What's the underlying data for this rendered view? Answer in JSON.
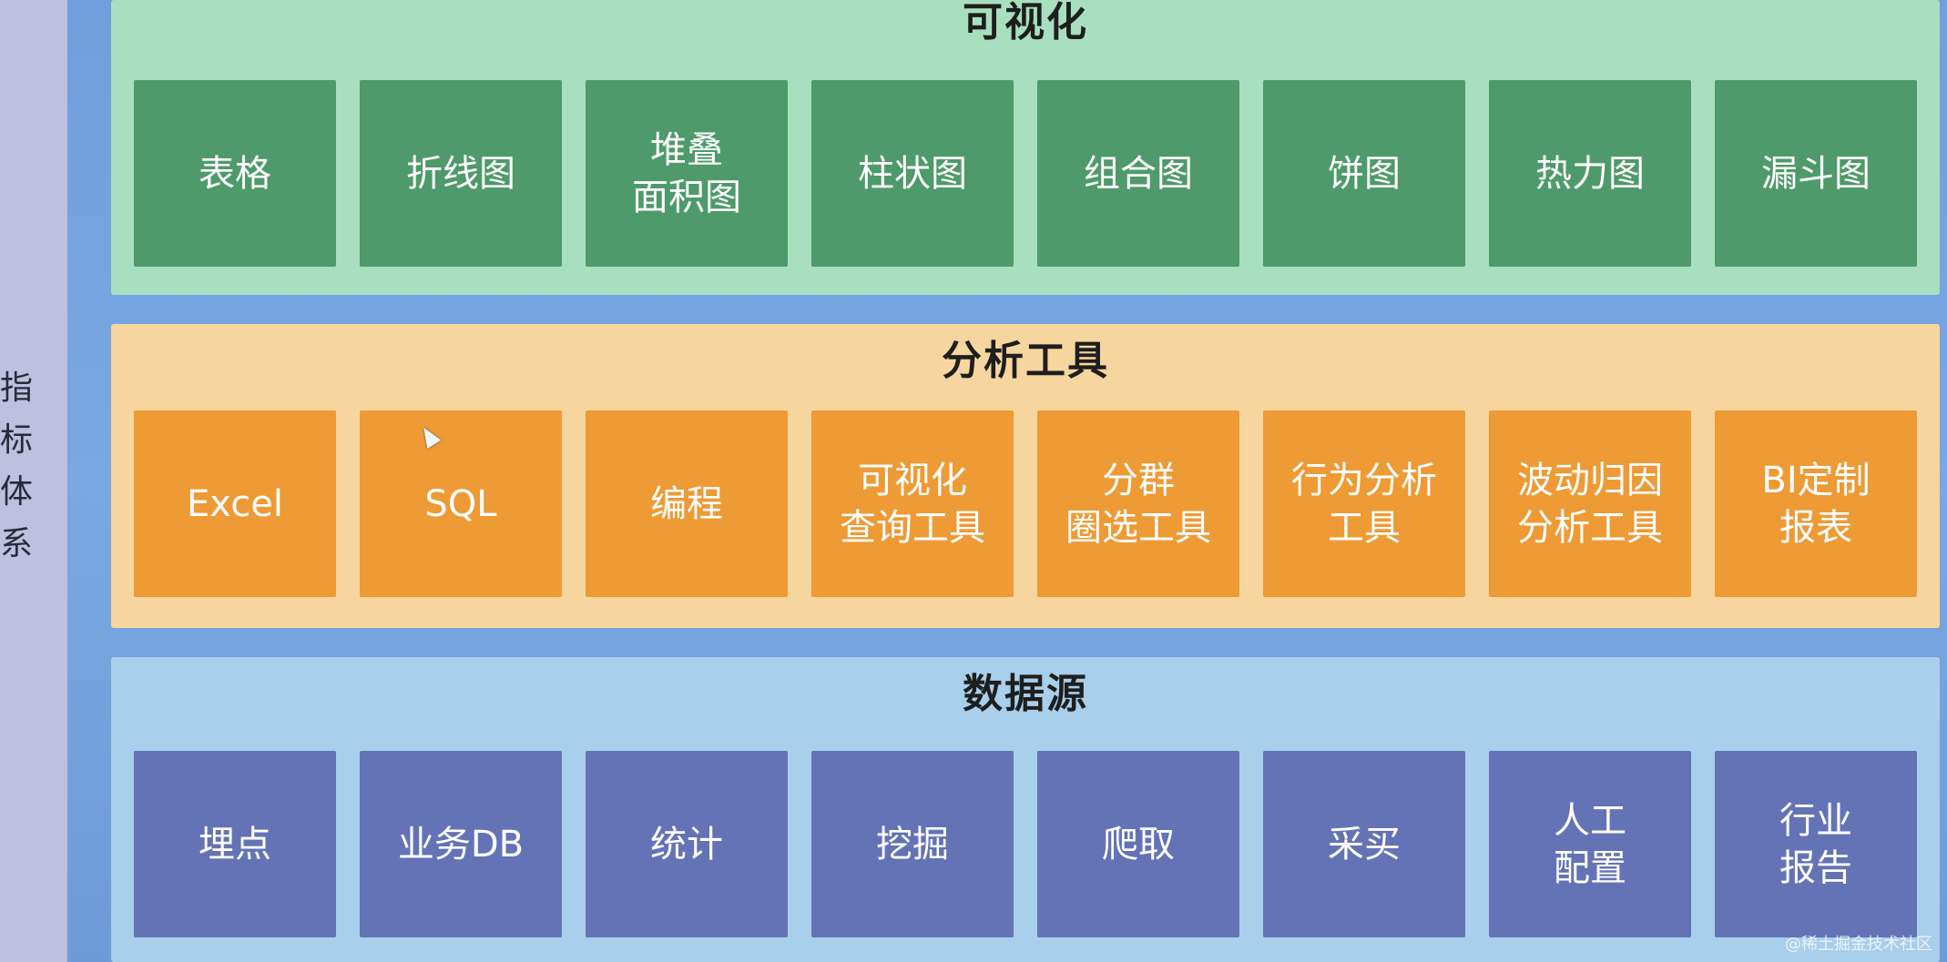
{
  "side": {
    "label": "指\n标\n体\n系"
  },
  "sections": [
    {
      "title": "可视化",
      "color": "#a8dfbf",
      "box_color": "#4e9a6a",
      "items": [
        "表格",
        "折线图",
        "堆叠\n面积图",
        "柱状图",
        "组合图",
        "饼图",
        "热力图",
        "漏斗图"
      ]
    },
    {
      "title": "分析工具",
      "color": "#f6d69e",
      "box_color": "#ee9a35",
      "items": [
        "Excel",
        "SQL",
        "编程",
        "可视化\n查询工具",
        "分群\n圈选工具",
        "行为分析\n工具",
        "波动归因\n分析工具",
        "BI定制\n报表"
      ]
    },
    {
      "title": "数据源",
      "color": "#a8cfeb",
      "box_color": "#6473b5",
      "items": [
        "埋点",
        "业务DB",
        "统计",
        "挖掘",
        "爬取",
        "采买",
        "人工\n配置",
        "行业\n报告"
      ]
    }
  ],
  "watermark": "@稀土掘金技术社区"
}
